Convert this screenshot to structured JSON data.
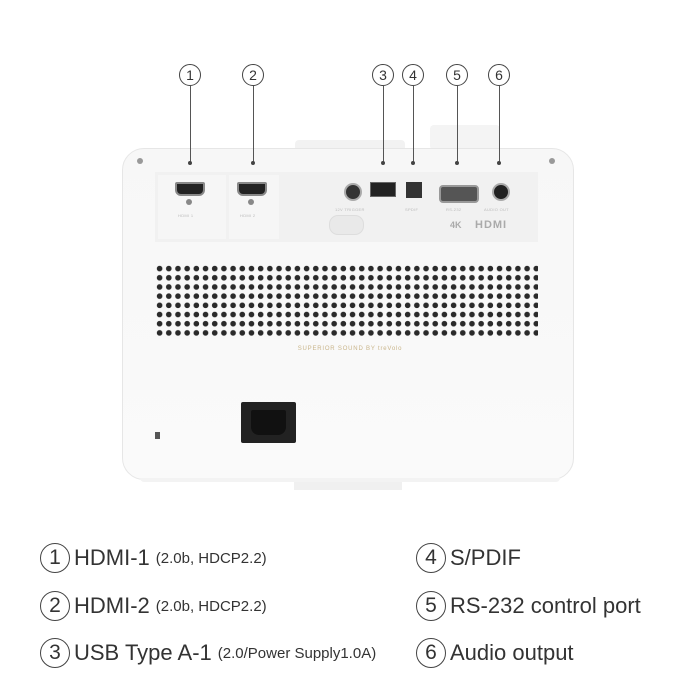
{
  "callouts": [
    "1",
    "2",
    "3",
    "4",
    "5",
    "6"
  ],
  "device": {
    "port_labels": {
      "hdmi1": "HDMI 1",
      "hdmi2": "HDMI 2",
      "trigger": "12V TRIGGER",
      "spdif": "SPDIF",
      "rs232": "RS-232",
      "audio_out": "AUDIO OUT"
    },
    "logo_4k": "4K",
    "logo_hdmi": "HDMI",
    "sound_brand": "SUPERIOR SOUND BY treVolo"
  },
  "legend": [
    {
      "num": "1",
      "label": "HDMI-1",
      "detail": "(2.0b, HDCP2.2)"
    },
    {
      "num": "2",
      "label": "HDMI-2",
      "detail": "(2.0b, HDCP2.2)"
    },
    {
      "num": "3",
      "label": "USB Type A-1",
      "detail": "(2.0/Power Supply1.0A)"
    },
    {
      "num": "4",
      "label": "S/PDIF",
      "detail": ""
    },
    {
      "num": "5",
      "label": "RS-232 control port",
      "detail": ""
    },
    {
      "num": "6",
      "label": "Audio output",
      "detail": ""
    }
  ]
}
